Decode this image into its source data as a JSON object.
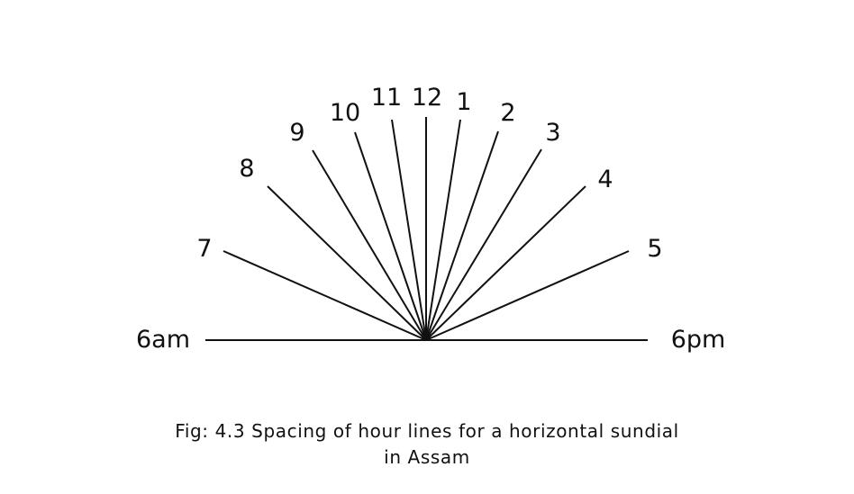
{
  "diagram": {
    "hour_lines": [
      {
        "label": "6am"
      },
      {
        "label": "7"
      },
      {
        "label": "8"
      },
      {
        "label": "9"
      },
      {
        "label": "10"
      },
      {
        "label": "11"
      },
      {
        "label": "12"
      },
      {
        "label": "1"
      },
      {
        "label": "2"
      },
      {
        "label": "3"
      },
      {
        "label": "4"
      },
      {
        "label": "5"
      },
      {
        "label": "6pm"
      }
    ]
  },
  "caption": {
    "line1": "Fig: 4.3 Spacing of hour lines for a horizontal sundial",
    "line2": "in Assam"
  },
  "colors": {
    "line": "#111111",
    "background": "#ffffff"
  }
}
